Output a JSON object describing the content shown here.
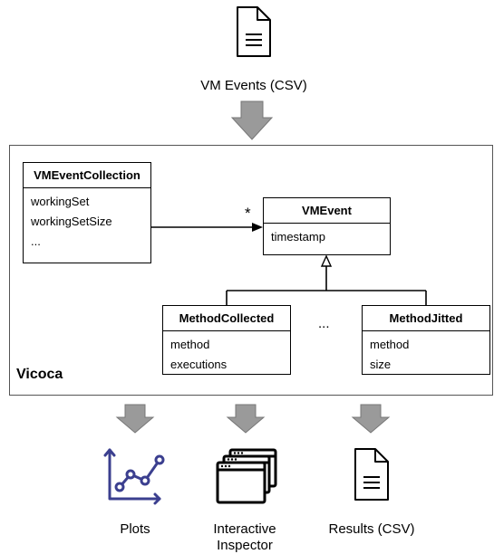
{
  "input": {
    "icon": "document-icon",
    "label": "VM Events (CSV)"
  },
  "framework": {
    "name": "Vicoca"
  },
  "classes": {
    "collection": {
      "name": "VMEventCollection",
      "attributes": [
        "workingSet",
        "workingSetSize",
        "..."
      ]
    },
    "event": {
      "name": "VMEvent",
      "attributes": [
        "timestamp"
      ]
    },
    "collected": {
      "name": "MethodCollected",
      "attributes": [
        "method",
        "executions"
      ]
    },
    "jitted": {
      "name": "MethodJitted",
      "attributes": [
        "method",
        "size"
      ]
    }
  },
  "association": {
    "multiplicity": "*"
  },
  "ellipsis": "...",
  "outputs": [
    {
      "icon": "line-chart-icon",
      "label": "Plots"
    },
    {
      "icon": "windows-icon",
      "label_line1": "Interactive",
      "label_line2": "Inspector"
    },
    {
      "icon": "document-icon",
      "label": "Results (CSV)"
    }
  ],
  "colors": {
    "arrow": "#9a9a9a",
    "chart": "#3b3f8f",
    "frame": "#555555"
  }
}
